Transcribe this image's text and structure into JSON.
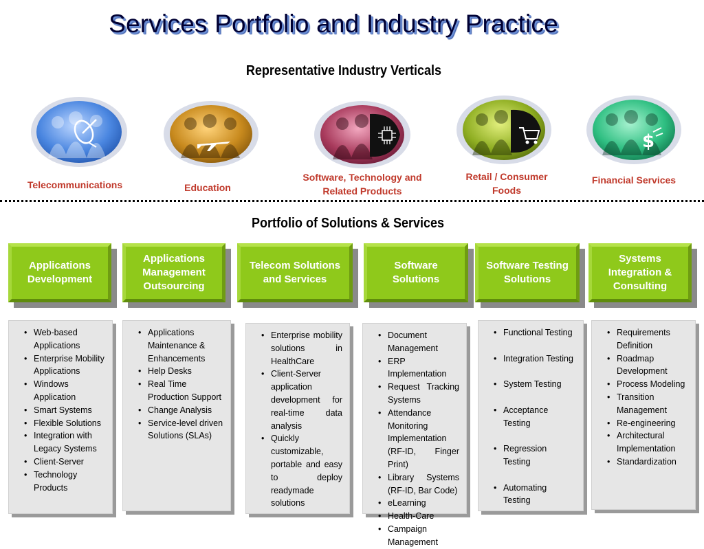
{
  "title": "Services Portfolio and Industry Practice",
  "verticals_heading": "Representative Industry Verticals",
  "portfolio_heading": "Portfolio of Solutions & Services",
  "verticals": [
    {
      "label": "Telecommunications",
      "color": "#4a86e0",
      "icon": "satellite-dish-icon"
    },
    {
      "label": "Education",
      "color": "#c88a1e",
      "icon": "airplane-icon"
    },
    {
      "label": "Software, Technology and Related Products",
      "color": "#a83a5c",
      "icon": "chip-icon"
    },
    {
      "label": "Retail / Consumer Foods",
      "color": "#8fae22",
      "icon": "shopping-icon"
    },
    {
      "label": "Financial Services",
      "color": "#2fbf82",
      "icon": "dollar-icon"
    }
  ],
  "solutions": [
    {
      "label": "Applications Development",
      "items": [
        "Web-based Applications",
        "Enterprise Mobility Applications",
        "Windows Application",
        "Smart Systems",
        "Flexible Solutions",
        "Integration with Legacy Systems",
        "Client-Server",
        "Technology Products"
      ]
    },
    {
      "label": "Applications Management Outsourcing",
      "items": [
        "Applications Maintenance & Enhancements",
        "Help Desks",
        "Real Time Production Support",
        "Change Analysis",
        "Service-level driven Solutions (SLAs)"
      ]
    },
    {
      "label": "Telecom Solutions and Services",
      "items": [
        "Enterprise mobility solutions in HealthCare",
        "Client-Server application development for real-time data analysis",
        "Quickly customizable, portable and easy to deploy readymade solutions"
      ]
    },
    {
      "label": "Software Solutions",
      "items": [
        "Document Management",
        "ERP Implementation",
        "Request Tracking Systems",
        "Attendance Monitoring Implementation (RF-ID, Finger Print)",
        "Library Systems (RF-ID, Bar Code)",
        "eLearning",
        "Health-Care",
        "Campaign Management"
      ]
    },
    {
      "label": "Software Testing Solutions",
      "items": [
        "Functional Testing",
        "Integration Testing",
        "System Testing",
        "Acceptance  Testing",
        "Regression Testing",
        "Automating Testing"
      ]
    },
    {
      "label": "Systems Integration & Consulting",
      "items": [
        "Requirements Definition",
        "Roadmap Development",
        "Process Modeling",
        "Transition Management",
        "Re-engineering",
        "Architectural Implementation",
        "Standardization"
      ]
    }
  ]
}
